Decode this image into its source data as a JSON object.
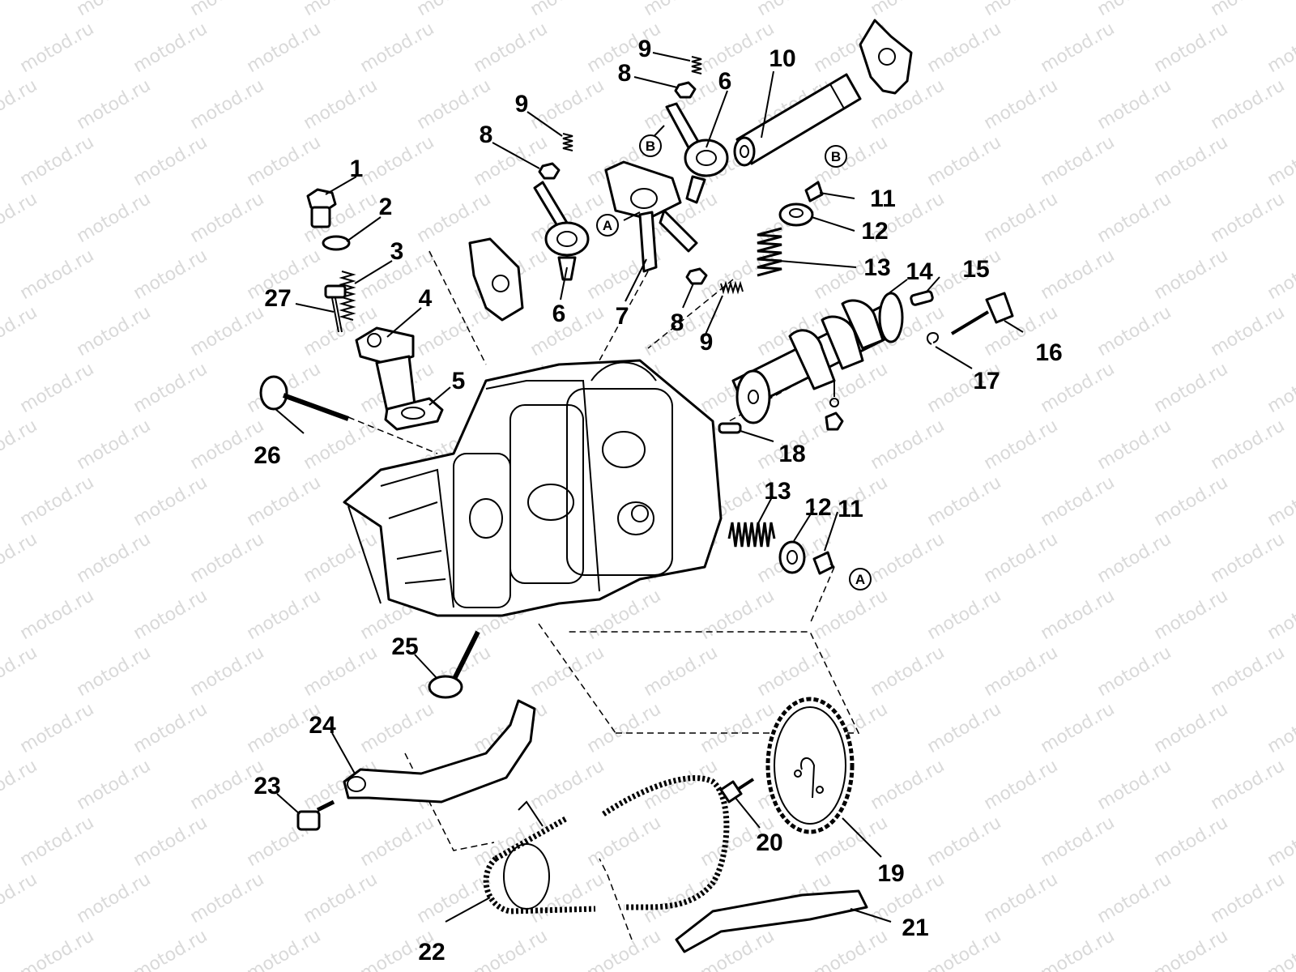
{
  "watermark": "motod.ru",
  "diagram": {
    "type": "exploded-parts-view",
    "callouts": [
      "1",
      "2",
      "3",
      "4",
      "5",
      "6",
      "6",
      "7",
      "8",
      "8",
      "8",
      "9",
      "9",
      "9",
      "10",
      "11",
      "11",
      "12",
      "12",
      "13",
      "13",
      "14",
      "15",
      "16",
      "17",
      "18",
      "19",
      "20",
      "21",
      "22",
      "23",
      "24",
      "25",
      "26",
      "27"
    ],
    "reference_marks": [
      "A",
      "A",
      "B",
      "B"
    ]
  },
  "colors": {
    "line": "#000000",
    "background": "#ffffff",
    "watermark": "#d9d9d9"
  }
}
